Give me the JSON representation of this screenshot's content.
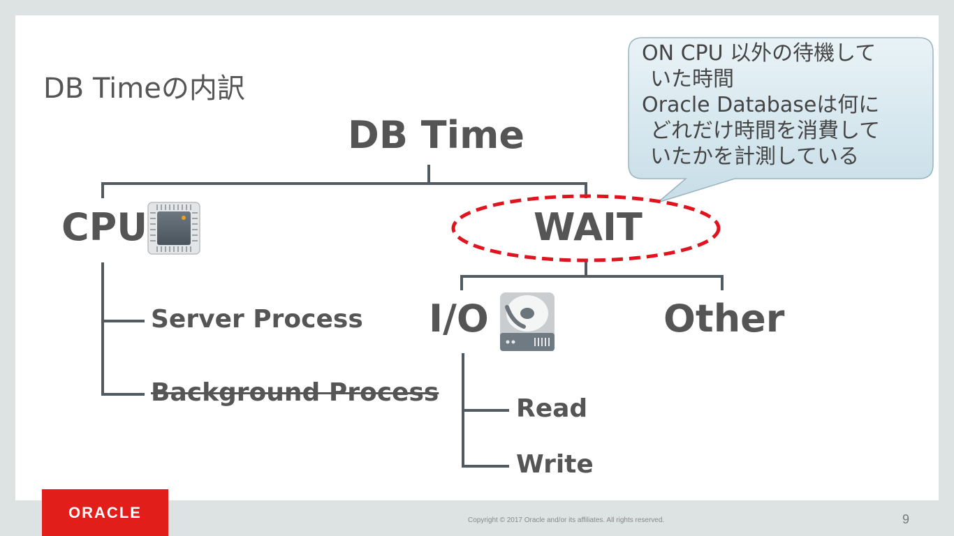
{
  "slide": {
    "title": "DB Timeの内訳",
    "page_number": "9",
    "copyright": "Copyright © 2017 Oracle and/or its affiliates. All rights reserved.",
    "logo_text": "ORACLE"
  },
  "tree": {
    "root": "DB Time",
    "cpu": {
      "label": "CPU",
      "icon": "cpu-chip-icon",
      "children": [
        "Server Process",
        "Background Process"
      ]
    },
    "wait": {
      "label": "WAIT",
      "io": {
        "label": "I/O",
        "icon": "hard-disk-icon",
        "children": [
          "Read",
          "Write"
        ]
      },
      "other": "Other"
    }
  },
  "callout": {
    "lines": [
      "ON CPU 以外の待機して",
      "いた時間",
      "Oracle Databaseは何に",
      "どれだけ時間を消費して",
      "いたかを計測している"
    ]
  },
  "colors": {
    "text": "#555555",
    "line": "#505a60",
    "highlight": "#e0141e",
    "callout_fill": "#cfe2ea",
    "brand": "#e21e1a",
    "background": "#dde2e2"
  }
}
